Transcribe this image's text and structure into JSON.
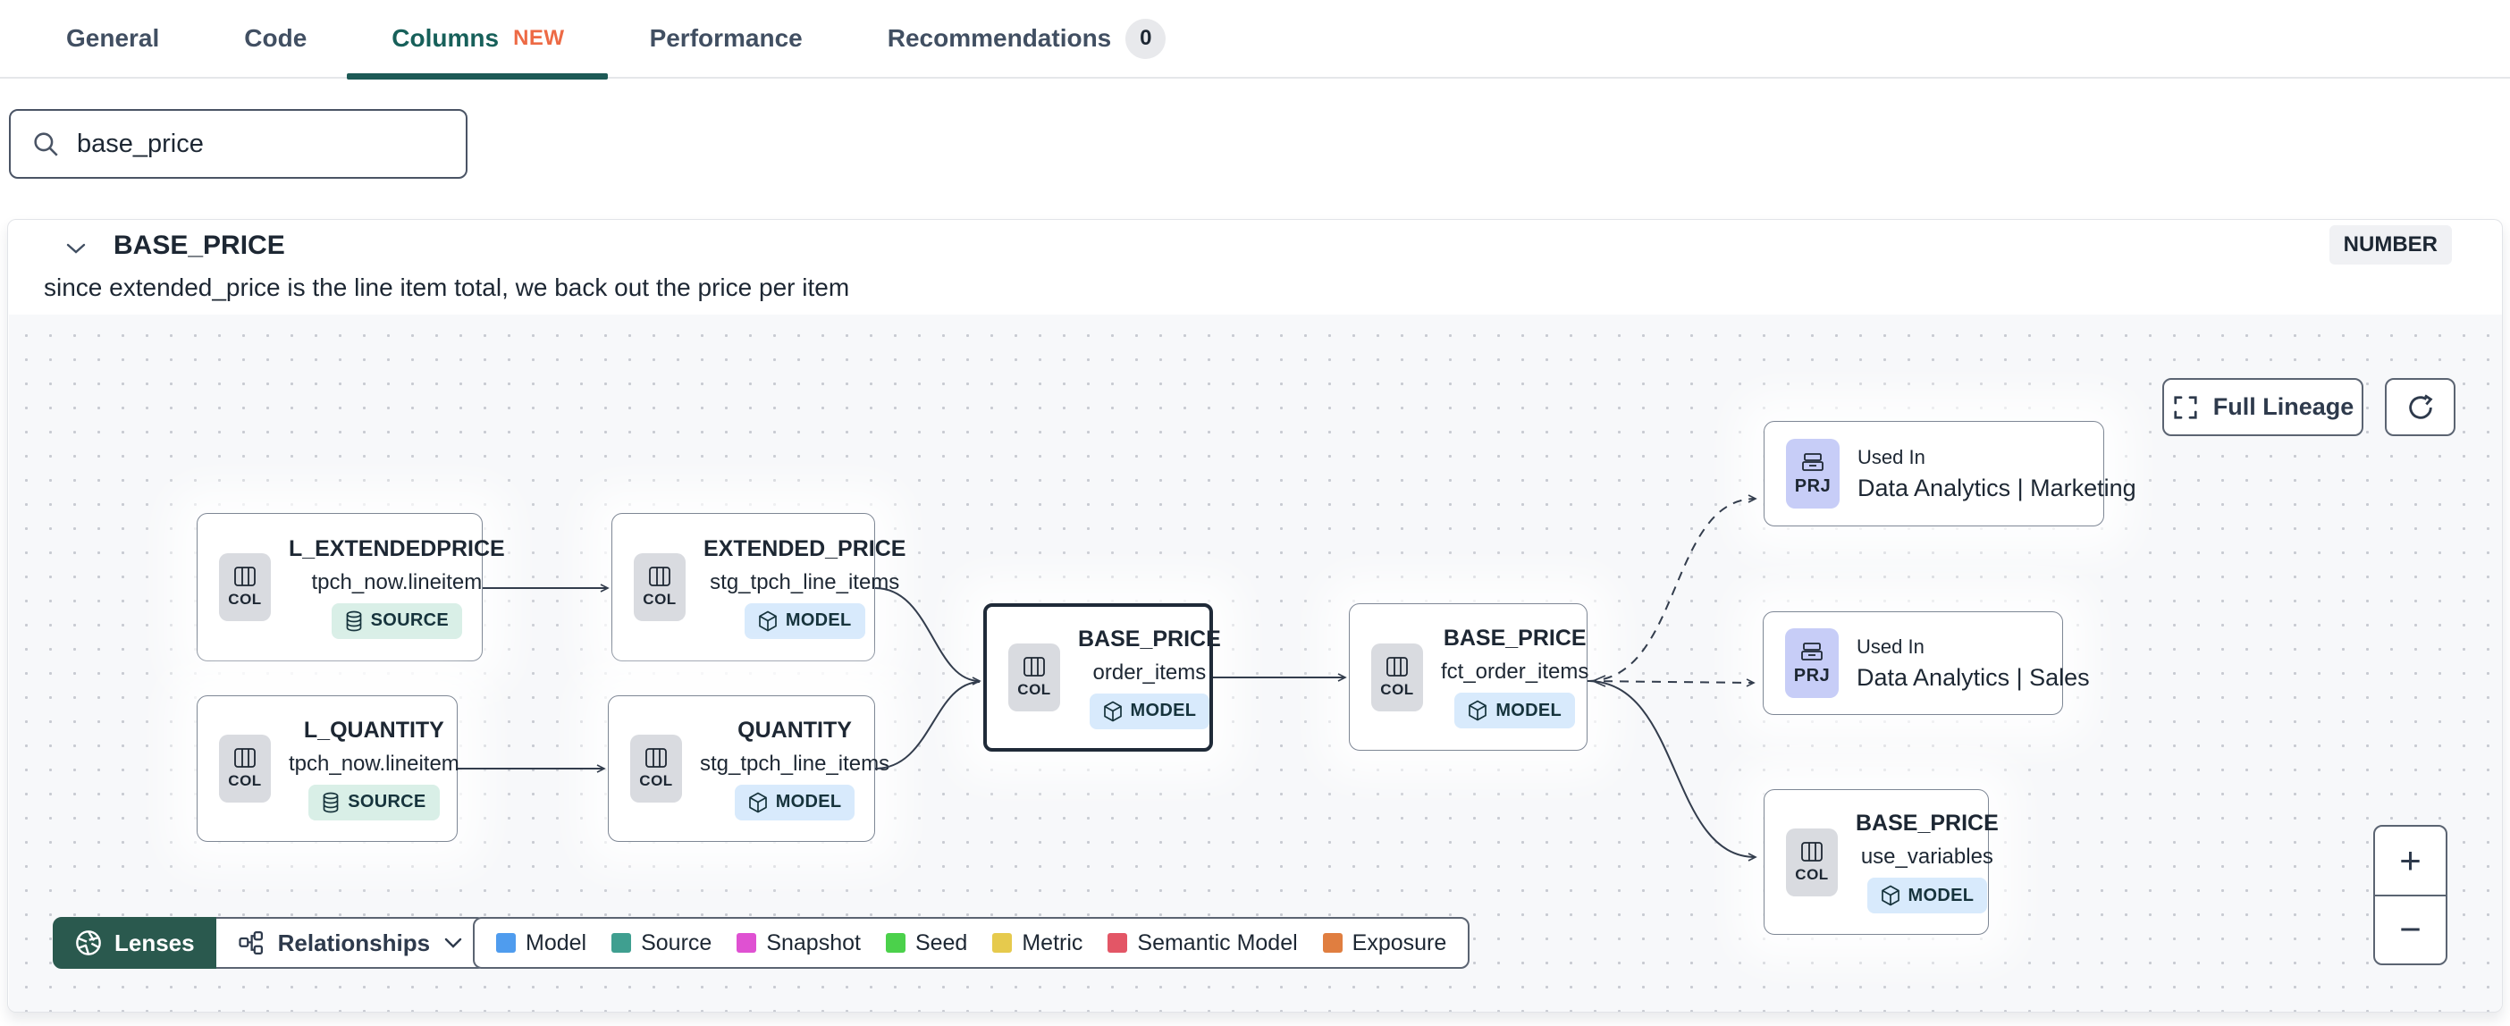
{
  "tabs": {
    "items": [
      {
        "label": "General"
      },
      {
        "label": "Code"
      },
      {
        "label": "Columns",
        "badge": "NEW"
      },
      {
        "label": "Performance"
      },
      {
        "label": "Recommendations",
        "count": "0"
      }
    ]
  },
  "search": {
    "value": "base_price",
    "icon": "search-icon"
  },
  "column_panel": {
    "name": "BASE_PRICE",
    "type_badge": "NUMBER",
    "description": "since extended_price is the line item total, we back out the price per item"
  },
  "lineage": {
    "controls": {
      "full_lineage_label": "Full Lineage",
      "zoom_in_glyph": "+",
      "zoom_out_glyph": "−"
    },
    "toolbar": {
      "lenses_label": "Lenses",
      "relationships_label": "Relationships"
    },
    "nodes": [
      {
        "type": "column",
        "chip": "COL",
        "title": "L_EXTENDEDPRICE",
        "subtitle": "tpch_now.lineitem",
        "resource": "SOURCE"
      },
      {
        "type": "column",
        "chip": "COL",
        "title": "EXTENDED_PRICE",
        "subtitle": "stg_tpch_line_items",
        "resource": "MODEL"
      },
      {
        "type": "column",
        "chip": "COL",
        "title": "L_QUANTITY",
        "subtitle": "tpch_now.lineitem",
        "resource": "SOURCE"
      },
      {
        "type": "column",
        "chip": "COL",
        "title": "QUANTITY",
        "subtitle": "stg_tpch_line_items",
        "resource": "MODEL"
      },
      {
        "type": "column",
        "chip": "COL",
        "title": "BASE_PRICE",
        "subtitle": "order_items",
        "resource": "MODEL",
        "selected": true
      },
      {
        "type": "column",
        "chip": "COL",
        "title": "BASE_PRICE",
        "subtitle": "fct_order_items",
        "resource": "MODEL"
      },
      {
        "type": "project",
        "chip": "PRJ",
        "label": "Used In",
        "title": "Data Analytics | Marketing"
      },
      {
        "type": "project",
        "chip": "PRJ",
        "label": "Used In",
        "title": "Data Analytics | Sales"
      },
      {
        "type": "column",
        "chip": "COL",
        "title": "BASE_PRICE",
        "subtitle": "use_variables",
        "resource": "MODEL"
      }
    ],
    "legend": [
      {
        "label": "Model",
        "color": "#4f9cee"
      },
      {
        "label": "Source",
        "color": "#3f9f90"
      },
      {
        "label": "Snapshot",
        "color": "#df51d2"
      },
      {
        "label": "Seed",
        "color": "#4bd14b"
      },
      {
        "label": "Metric",
        "color": "#e6ca4d"
      },
      {
        "label": "Semantic Model",
        "color": "#e35666"
      },
      {
        "label": "Exposure",
        "color": "#e07e40"
      }
    ]
  }
}
